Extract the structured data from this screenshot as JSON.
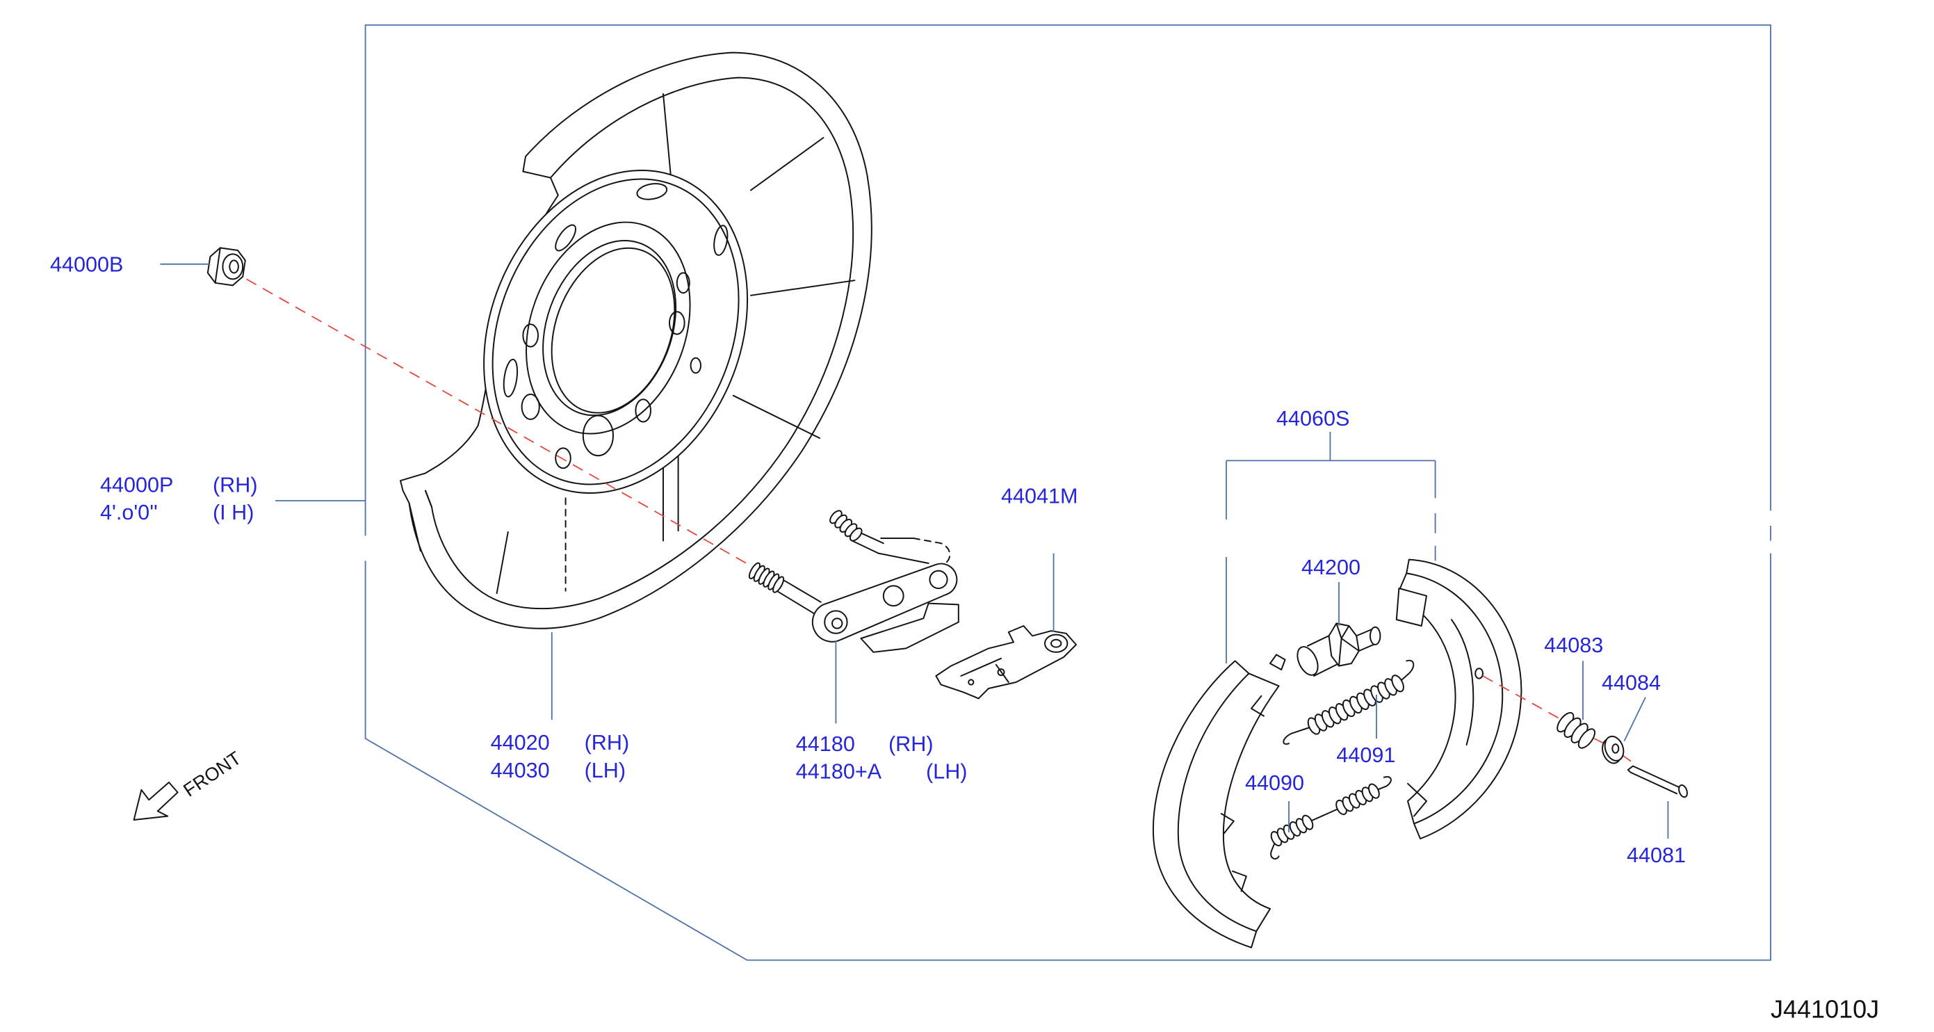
{
  "diagram_code": "J441010J",
  "front_label": "FRONT",
  "callouts": {
    "nut": {
      "number": "44000B"
    },
    "plate_rh": {
      "number": "44000P",
      "side": "(RH)"
    },
    "plate_lh": {
      "number": "4'.o'0''",
      "side": "(I H)"
    },
    "shield_rh": {
      "number": "44020",
      "side": "(RH)"
    },
    "shield_lh": {
      "number": "44030",
      "side": "(LH)"
    },
    "stud_rh": {
      "number": "44180",
      "side": "(RH)"
    },
    "stud_lh": {
      "number": "44180+A",
      "side": "(LH)"
    },
    "lever": {
      "number": "44041M"
    },
    "shoe_set": {
      "number": "44060S"
    },
    "adjuster": {
      "number": "44200"
    },
    "cup": {
      "number": "44083"
    },
    "washer": {
      "number": "44084"
    },
    "spring_upper": {
      "number": "44091"
    },
    "spring_lower": {
      "number": "44090"
    },
    "pin": {
      "number": "44081"
    }
  },
  "colors": {
    "label": "#2626d9",
    "leader": "#4d72a9",
    "outline": "#141414",
    "centerline": "#e5453c",
    "code_text": "#111111"
  }
}
